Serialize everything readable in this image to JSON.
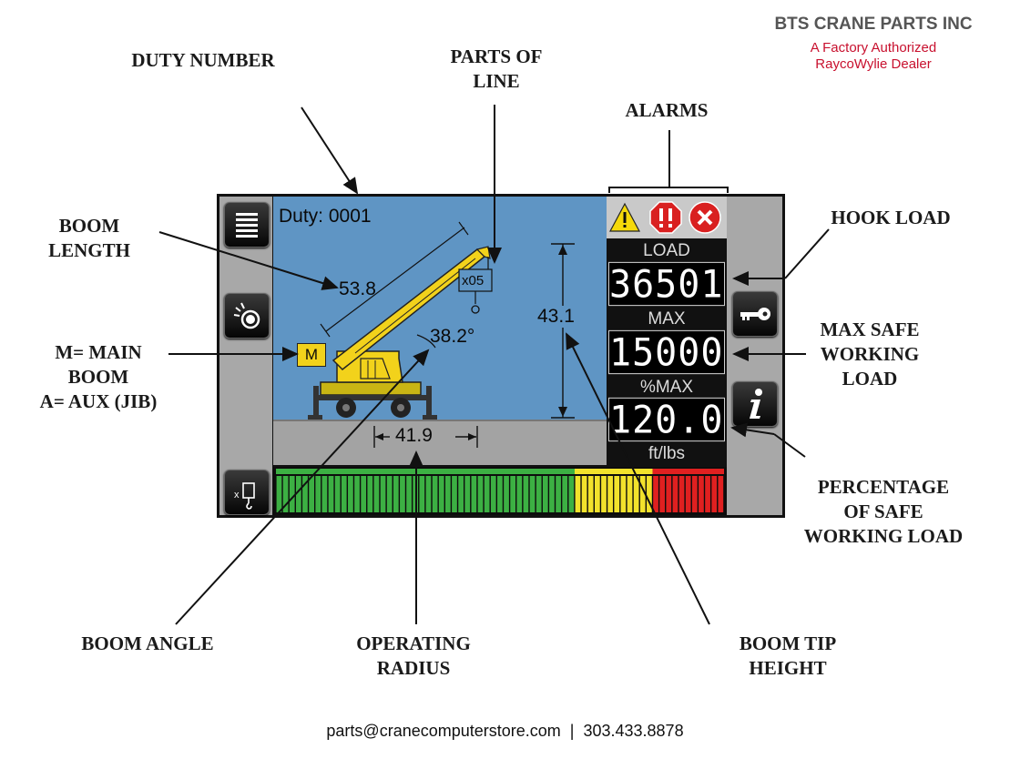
{
  "brand": {
    "name": "BTS CRANE PARTS INC",
    "tagline_line1": "A Factory Authorized",
    "tagline_line2": "RaycoWylie Dealer",
    "tagline_color": "#c8102e"
  },
  "callouts": {
    "duty_number": "DUTY NUMBER",
    "parts_of_line": [
      "PARTS OF",
      "LINE"
    ],
    "alarms": "ALARMS",
    "boom_length": [
      "BOOM",
      "LENGTH"
    ],
    "hook_load": "HOOK LOAD",
    "main_boom": [
      "M=  MAIN",
      "BOOM",
      "A= AUX (JIB)"
    ],
    "max_safe_working_load": [
      "MAX SAFE",
      "WORKING",
      "LOAD"
    ],
    "percentage_of_swl": [
      "PERCENTAGE",
      "OF SAFE",
      "WORKING LOAD"
    ],
    "boom_angle": "BOOM ANGLE",
    "operating_radius": [
      "OPERATING",
      "RADIUS"
    ],
    "boom_tip_height": [
      "BOOM TIP",
      "HEIGHT"
    ]
  },
  "display": {
    "duty_label": "Duty:",
    "duty_value": "0001",
    "boom_length": "53.8",
    "parts_of_line": "x05",
    "boom_angle": "38.2°",
    "tip_height": "43.1",
    "radius": "41.9",
    "boom_mode": "M",
    "load_title": "LOAD",
    "load_value": "36501",
    "max_title": "MAX",
    "max_value": "15000",
    "pct_title": "%MAX",
    "pct_value": "120.0",
    "units": "ft/lbs",
    "sky_color": "#5f95c4",
    "crane_color": "#f2d21b"
  },
  "buttons": {
    "menu": "menu-icon",
    "light": "light-icon",
    "key": "key-icon",
    "info": "info-icon",
    "hook_x": "hook-multiplier-icon"
  },
  "alarm_icons": [
    "warning-triangle-icon",
    "double-exclamation-alarm-icon",
    "stop-x-alarm-icon"
  ],
  "load_bar": {
    "green_segments": 46,
    "yellow_segments": 12,
    "red_segments": 11,
    "green_color": "#3cb043",
    "yellow_color": "#f2e22c",
    "red_color": "#e02020"
  },
  "footer": {
    "email": "parts@cranecomputerstore.com",
    "separator": "|",
    "phone": "303.433.8878"
  }
}
